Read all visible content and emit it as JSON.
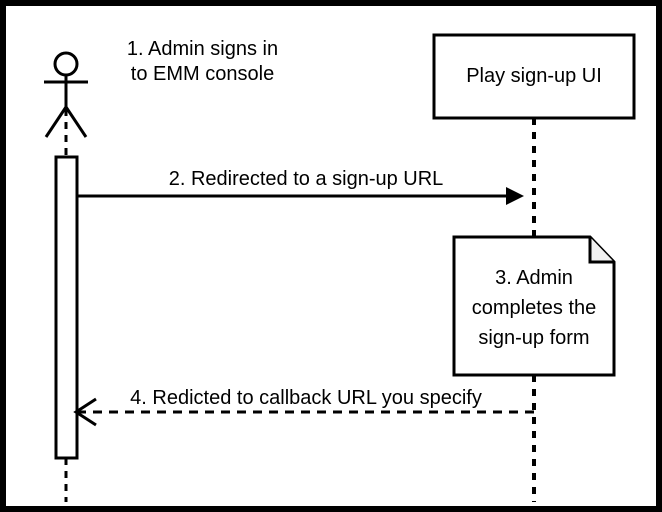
{
  "diagram": {
    "title_text": "",
    "colors": {
      "stroke": "#000000",
      "background": "#ffffff",
      "note_fill": "#ffffff",
      "text": "#000000"
    },
    "actor": {
      "name": "admin-actor",
      "icon": "stick-figure-actor-icon"
    },
    "participant_box": {
      "label": "Play sign-up UI"
    },
    "messages": [
      {
        "id": "1",
        "label_line1": "1. Admin signs in",
        "label_line2": "to EMM console",
        "style": "annotation"
      },
      {
        "id": "2",
        "label": "2. Redirected to a sign-up URL",
        "style": "solid-filled-arrow",
        "direction": "right"
      },
      {
        "id": "4",
        "label": "4. Redicted to callback URL you specify",
        "style": "dashed-open-arrow",
        "direction": "left"
      }
    ],
    "note": {
      "label_line1": "3. Admin",
      "label_line2": "completes the",
      "label_line3": "sign-up form",
      "shape": "note-folded-corner"
    }
  }
}
